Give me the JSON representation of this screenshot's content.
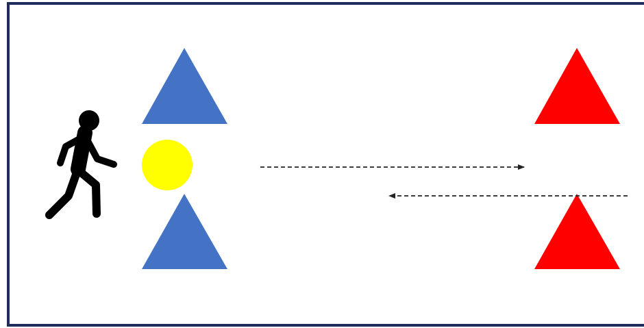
{
  "diagram": {
    "type": "movement-drill-schematic",
    "elements": [
      {
        "kind": "runner",
        "icon": "person-walking-icon",
        "color": "#000000"
      },
      {
        "kind": "ball",
        "icon": "ball-icon",
        "color": "#ffff00"
      },
      {
        "kind": "cone",
        "group": "start",
        "position": "top",
        "color": "#4472c4"
      },
      {
        "kind": "cone",
        "group": "start",
        "position": "bottom",
        "color": "#4472c4"
      },
      {
        "kind": "cone",
        "group": "turn",
        "position": "top",
        "color": "#ff0000"
      },
      {
        "kind": "cone",
        "group": "turn",
        "position": "bottom",
        "color": "#ff0000"
      }
    ],
    "paths": [
      {
        "direction": "outbound",
        "from": "start",
        "to": "turn",
        "style": "dashed"
      },
      {
        "direction": "return",
        "from": "turn",
        "to": "start",
        "style": "dashed"
      }
    ]
  },
  "colors": {
    "frame": "#1f2d5c",
    "background": "#ffffff",
    "start_cone": "#4472c4",
    "turn_cone": "#ff0000",
    "ball": "#ffff00",
    "runner": "#000000",
    "arrow": "#222222"
  }
}
